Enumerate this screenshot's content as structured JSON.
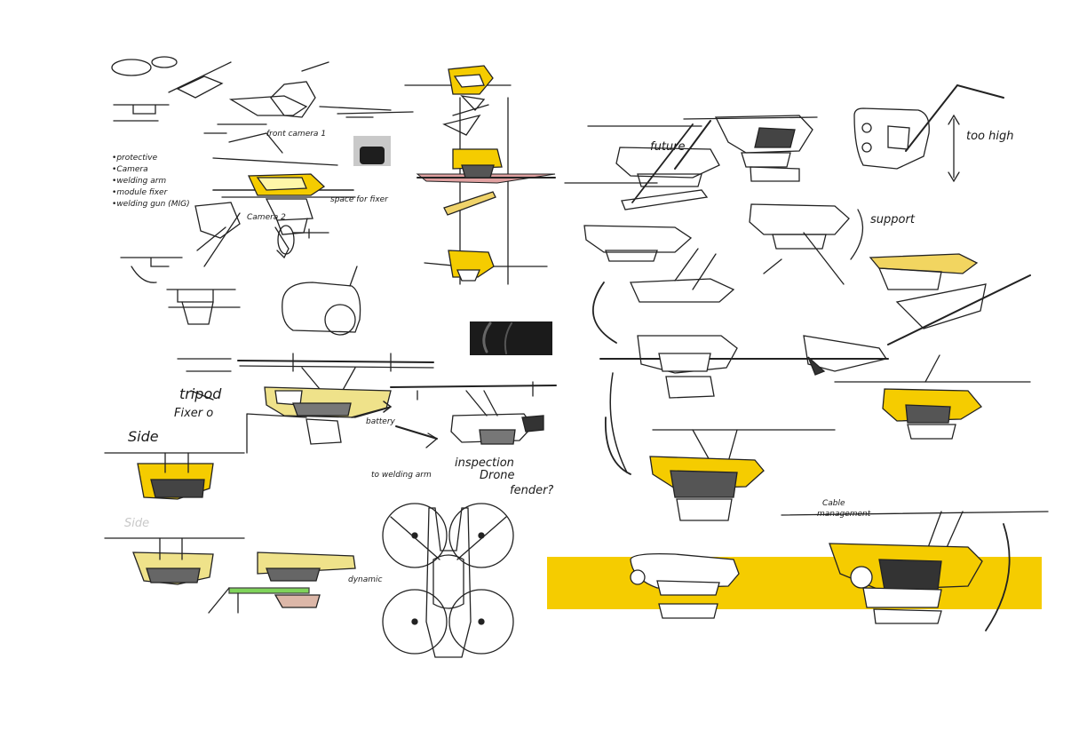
{
  "colors": {
    "accent_yellow": "#f5cc00",
    "ink": "#1a1a1a",
    "soft_yellow": "#efe28a",
    "green": "#7fd35a"
  },
  "annotations": {
    "list": [
      "protective",
      "Camera",
      "welding arm",
      "module fixer",
      "welding gun (MIG)"
    ],
    "front_camera": "front camera 1",
    "camera2": "Camera 2",
    "space_for_fixer": "space for fixer",
    "future": "future",
    "too_high": "too high",
    "support": "support",
    "tripod": "tripod",
    "fixer": "Fixer o",
    "side": "Side",
    "side2": "Side",
    "battery": "battery",
    "to_welding_arm": "to welding arm",
    "inspection": "inspection",
    "drone": "Drone",
    "fender": "fender?",
    "dynamic": "dynamic",
    "cable_management_1": "Cable",
    "cable_management_2": "management"
  }
}
